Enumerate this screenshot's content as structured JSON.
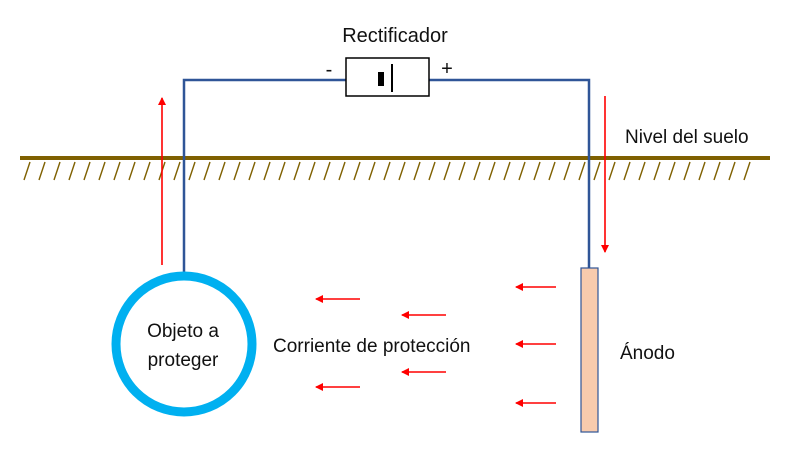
{
  "labels": {
    "rectifier": "Rectificador",
    "minus": "-",
    "plus": "+",
    "ground_level": "Nivel del suelo",
    "object_line1": "Objeto a",
    "object_line2": "proteger",
    "current": "Corriente de protección",
    "anode": "Ánodo"
  },
  "colors": {
    "wire": "#2f5597",
    "ground": "#7f6000",
    "arrow": "#ff0000",
    "pipe": "#00b0f0",
    "anode_fill": "#f8cbad",
    "anode_stroke": "#2f5597",
    "box": "#000000"
  }
}
